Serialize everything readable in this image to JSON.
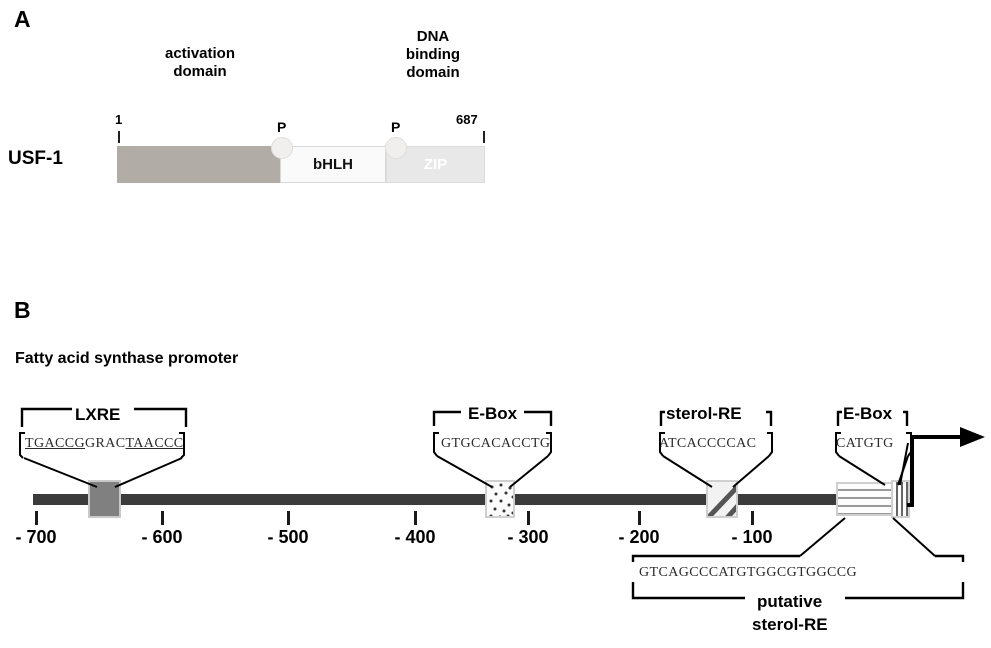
{
  "figure": {
    "panels": [
      {
        "letter": "A",
        "protein": {
          "name": "USF-1",
          "start_coord": "1",
          "end_coord": "687",
          "domain_labels": {
            "activation": "activation\ndomain",
            "activation_line1": "activation",
            "activation_line2": "domain",
            "dna_binding_line1": "DNA",
            "dna_binding_line2": "binding",
            "dna_binding_line3": "domain"
          },
          "segments": [
            {
              "name": "activation-domain",
              "label": "",
              "color": "#b2aca6"
            },
            {
              "name": "bHLH",
              "label": "bHLH",
              "color": "#fafafa"
            },
            {
              "name": "ZIP",
              "label": "ZIP",
              "color": "#e8e8e8"
            }
          ],
          "phosphorylation_sites": [
            {
              "label": "P"
            },
            {
              "label": "P"
            }
          ]
        }
      },
      {
        "letter": "B",
        "title": "Fatty acid synthase promoter",
        "axis": {
          "ticks": [
            {
              "label": "- 700",
              "value": -700
            },
            {
              "label": "- 600",
              "value": -600
            },
            {
              "label": "- 500",
              "value": -500
            },
            {
              "label": "- 400",
              "value": -400
            },
            {
              "label": "- 300",
              "value": -300
            },
            {
              "label": "- 200",
              "value": -200
            },
            {
              "label": "- 100",
              "value": -100
            }
          ]
        },
        "elements": [
          {
            "name": "LXRE",
            "label": "LXRE",
            "sequence": "TGACCGGRACTAACCC",
            "sequence_parts": [
              {
                "text": "TGACCG",
                "underlined": true
              },
              {
                "text": "GRAC",
                "underlined": false
              },
              {
                "text": "TAACCC",
                "underlined": true
              }
            ],
            "fill": "solid-gray"
          },
          {
            "name": "E-Box-upstream",
            "label": "E-Box",
            "sequence": "GTGCACACCTG",
            "fill": "speckled"
          },
          {
            "name": "sterol-RE",
            "label": "sterol-RE",
            "sequence": "ATCACCCCAC",
            "fill": "diagonal-hatch"
          },
          {
            "name": "E-Box-proximal",
            "label": "E-Box",
            "sequence": "CATGTG",
            "fill": "vertical-stripes"
          },
          {
            "name": "putative-sterol-RE",
            "label_line1": "putative",
            "label_line2": "sterol-RE",
            "sequence": "GTCAGCCCATGTGGCGTGGCCG",
            "fill": "horizontal-stripes"
          }
        ],
        "transcription_start_site": {
          "name": "tss-arrow"
        }
      }
    ]
  },
  "colors": {
    "activation_domain": "#b2aca6",
    "dna_backbone": "#3b3b3b",
    "lxre_box": "#808080",
    "zip_box": "#e8e8e8",
    "text": "#000000"
  }
}
